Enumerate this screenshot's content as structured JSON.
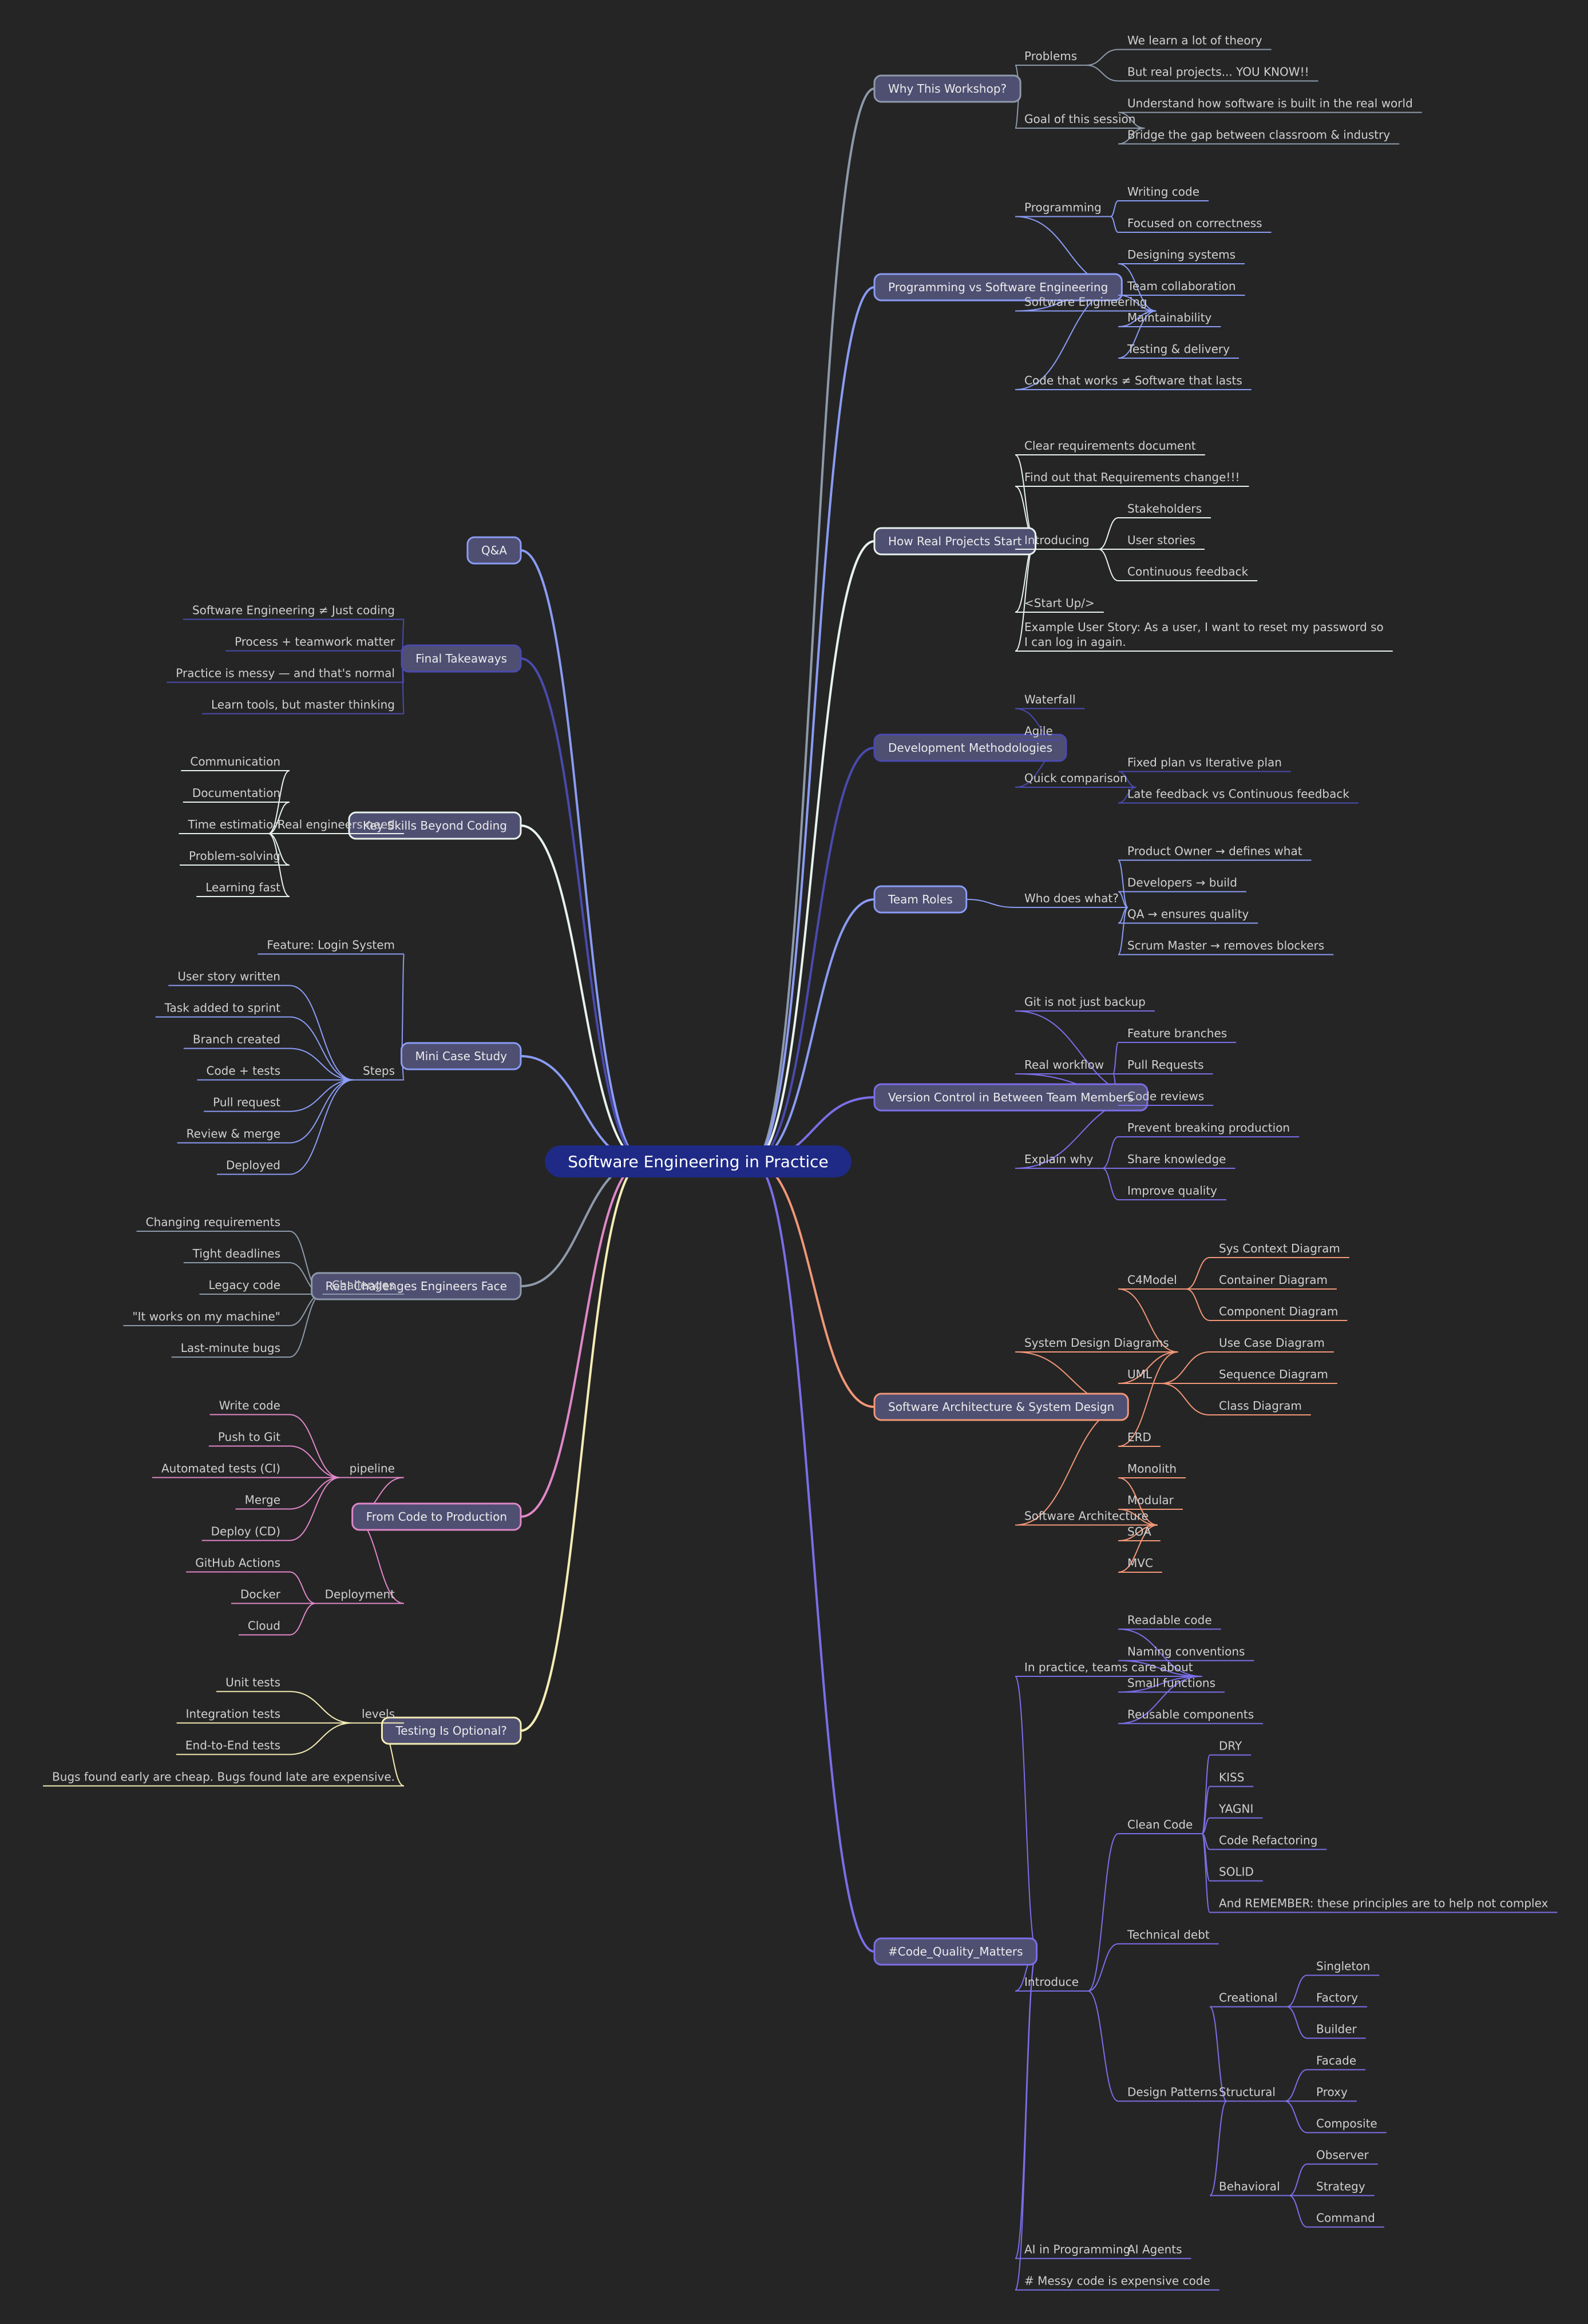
{
  "root": {
    "label": "Software Engineering in Practice",
    "color": "#1f2a86"
  },
  "branches": [
    {
      "label": "Why This Workshop?",
      "color": "#8e9aab",
      "children": [
        {
          "label": "Problems",
          "children": [
            {
              "label": "We learn a lot of theory"
            },
            {
              "label": "But real projects... YOU KNOW!!"
            }
          ]
        },
        {
          "label": "Goal of this session",
          "children": [
            {
              "label": "Understand how software is built in the real world"
            },
            {
              "label": "Bridge the gap between classroom & industry"
            }
          ]
        }
      ]
    },
    {
      "label": "Programming vs Software Engineering",
      "color": "#8a9cf5",
      "children": [
        {
          "label": "Programming",
          "children": [
            {
              "label": "Writing code"
            },
            {
              "label": "Focused on correctness"
            }
          ]
        },
        {
          "label": "Software Engineering",
          "children": [
            {
              "label": "Designing systems"
            },
            {
              "label": "Team collaboration"
            },
            {
              "label": "Maintainability"
            },
            {
              "label": "Testing & delivery"
            }
          ]
        },
        {
          "label": "Code that works ≠ Software that lasts"
        }
      ]
    },
    {
      "label": "How Real Projects Start",
      "color": "#e8f3ee",
      "children": [
        {
          "label": "Clear requirements document"
        },
        {
          "label": "Find out that Requirements change!!!"
        },
        {
          "label": "Introducing",
          "children": [
            {
              "label": "Stakeholders"
            },
            {
              "label": "User stories"
            },
            {
              "label": "Continuous feedback"
            }
          ]
        },
        {
          "label": "<Start Up/>"
        },
        {
          "label": "Example User Story: As a user, I want to reset my password so I can log in again."
        }
      ]
    },
    {
      "label": "Development Methodologies",
      "color": "#4a4ab0",
      "children": [
        {
          "label": "Waterfall"
        },
        {
          "label": "Agile"
        },
        {
          "label": "Quick comparison",
          "children": [
            {
              "label": "Fixed plan vs Iterative plan"
            },
            {
              "label": "Late feedback vs Continuous feedback"
            }
          ]
        }
      ]
    },
    {
      "label": "Team Roles",
      "color": "#8a9cf5",
      "children": [
        {
          "label": "Who does what?",
          "children": [
            {
              "label": "Product Owner → defines what"
            },
            {
              "label": "Developers → build"
            },
            {
              "label": "QA → ensures quality"
            },
            {
              "label": "Scrum Master → removes blockers"
            }
          ]
        }
      ]
    },
    {
      "label": "Version Control in Between Team Members",
      "color": "#7b6ee8",
      "children": [
        {
          "label": "Git is not just backup"
        },
        {
          "label": "Real workflow",
          "children": [
            {
              "label": "Feature branches"
            },
            {
              "label": "Pull Requests"
            },
            {
              "label": "Code reviews"
            }
          ]
        },
        {
          "label": "Explain why",
          "children": [
            {
              "label": "Prevent breaking production"
            },
            {
              "label": "Share knowledge"
            },
            {
              "label": "Improve quality"
            }
          ]
        }
      ]
    },
    {
      "label": "Software Architecture & System Design",
      "color": "#f29778",
      "children": [
        {
          "label": "System Design Diagrams",
          "children": [
            {
              "label": "C4Model",
              "children": [
                {
                  "label": "Sys Context Diagram"
                },
                {
                  "label": "Container Diagram"
                },
                {
                  "label": "Component Diagram"
                }
              ]
            },
            {
              "label": "UML",
              "children": [
                {
                  "label": "Use Case Diagram"
                },
                {
                  "label": "Sequence Diagram"
                },
                {
                  "label": "Class Diagram"
                }
              ]
            },
            {
              "label": "ERD"
            }
          ]
        },
        {
          "label": "Software Architecture",
          "children": [
            {
              "label": "Monolith"
            },
            {
              "label": "Modular"
            },
            {
              "label": "SOA"
            },
            {
              "label": "MVC"
            }
          ]
        }
      ]
    },
    {
      "label": "#Code_Quality_Matters",
      "color": "#7b6ee8",
      "children": [
        {
          "label": "In practice, teams care about",
          "children": [
            {
              "label": "Readable code"
            },
            {
              "label": "Naming conventions"
            },
            {
              "label": "Small functions"
            },
            {
              "label": "Reusable components"
            }
          ]
        },
        {
          "label": "Introduce",
          "children": [
            {
              "label": "Clean Code",
              "children": [
                {
                  "label": "DRY"
                },
                {
                  "label": "KISS"
                },
                {
                  "label": "YAGNI"
                },
                {
                  "label": "Code Refactoring"
                },
                {
                  "label": "SOLID"
                },
                {
                  "label": "And REMEMBER: these principles are to help not complex"
                }
              ]
            },
            {
              "label": "Technical debt"
            },
            {
              "label": "Design Patterns",
              "children": [
                {
                  "label": "Creational",
                  "children": [
                    {
                      "label": "Singleton"
                    },
                    {
                      "label": "Factory"
                    },
                    {
                      "label": "Builder"
                    }
                  ]
                },
                {
                  "label": "Structural",
                  "children": [
                    {
                      "label": "Facade"
                    },
                    {
                      "label": "Proxy"
                    },
                    {
                      "label": "Composite"
                    }
                  ]
                },
                {
                  "label": "Behavioral",
                  "children": [
                    {
                      "label": "Observer"
                    },
                    {
                      "label": "Strategy"
                    },
                    {
                      "label": "Command"
                    }
                  ]
                }
              ]
            }
          ]
        },
        {
          "label": "AI in Programming",
          "children": [
            {
              "label": "AI Agents"
            }
          ]
        },
        {
          "label": "# Messy code is expensive code"
        }
      ]
    },
    {
      "label": "Q&A",
      "color": "#8a9cf5",
      "children": []
    },
    {
      "label": "Final Takeaways",
      "color": "#4a4ab0",
      "children": [
        {
          "label": "Software Engineering ≠ Just coding"
        },
        {
          "label": "Process + teamwork matter"
        },
        {
          "label": "Practice is messy — and that's normal"
        },
        {
          "label": "Learn tools, but master thinking"
        }
      ]
    },
    {
      "label": "Key Skills Beyond Coding",
      "color": "#e8f3ee",
      "children": [
        {
          "label": "Real engineers need",
          "children": [
            {
              "label": "Communication"
            },
            {
              "label": "Documentation"
            },
            {
              "label": "Time estimation"
            },
            {
              "label": "Problem-solving"
            },
            {
              "label": "Learning fast"
            }
          ]
        }
      ]
    },
    {
      "label": "Mini Case Study",
      "color": "#8a9cf5",
      "children": [
        {
          "label": "Feature: Login System"
        },
        {
          "label": "Steps",
          "children": [
            {
              "label": "User story written"
            },
            {
              "label": "Task added to sprint"
            },
            {
              "label": "Branch created"
            },
            {
              "label": "Code + tests"
            },
            {
              "label": "Pull request"
            },
            {
              "label": "Review & merge"
            },
            {
              "label": "Deployed"
            }
          ]
        }
      ]
    },
    {
      "label": "Real Challenges Engineers Face",
      "color": "#8e9aab",
      "children": [
        {
          "label": "Challenges",
          "children": [
            {
              "label": "Changing requirements"
            },
            {
              "label": "Tight deadlines"
            },
            {
              "label": "Legacy code"
            },
            {
              "label": "\"It works on my machine\""
            },
            {
              "label": "Last-minute bugs"
            }
          ]
        }
      ]
    },
    {
      "label": "From Code to Production",
      "color": "#e087c8",
      "children": [
        {
          "label": "pipeline",
          "children": [
            {
              "label": "Write code"
            },
            {
              "label": "Push to Git"
            },
            {
              "label": "Automated tests (CI)"
            },
            {
              "label": "Merge"
            },
            {
              "label": "Deploy (CD)"
            }
          ]
        },
        {
          "label": "Deployment",
          "children": [
            {
              "label": "GitHub Actions"
            },
            {
              "label": "Docker"
            },
            {
              "label": "Cloud"
            }
          ]
        }
      ]
    },
    {
      "label": "Testing Is Optional?",
      "color": "#f5edb5",
      "children": [
        {
          "label": "levels",
          "children": [
            {
              "label": "Unit tests"
            },
            {
              "label": "Integration tests"
            },
            {
              "label": "End-to-End tests"
            }
          ]
        },
        {
          "label": "Bugs found early are cheap. Bugs found late are expensive."
        }
      ]
    }
  ]
}
